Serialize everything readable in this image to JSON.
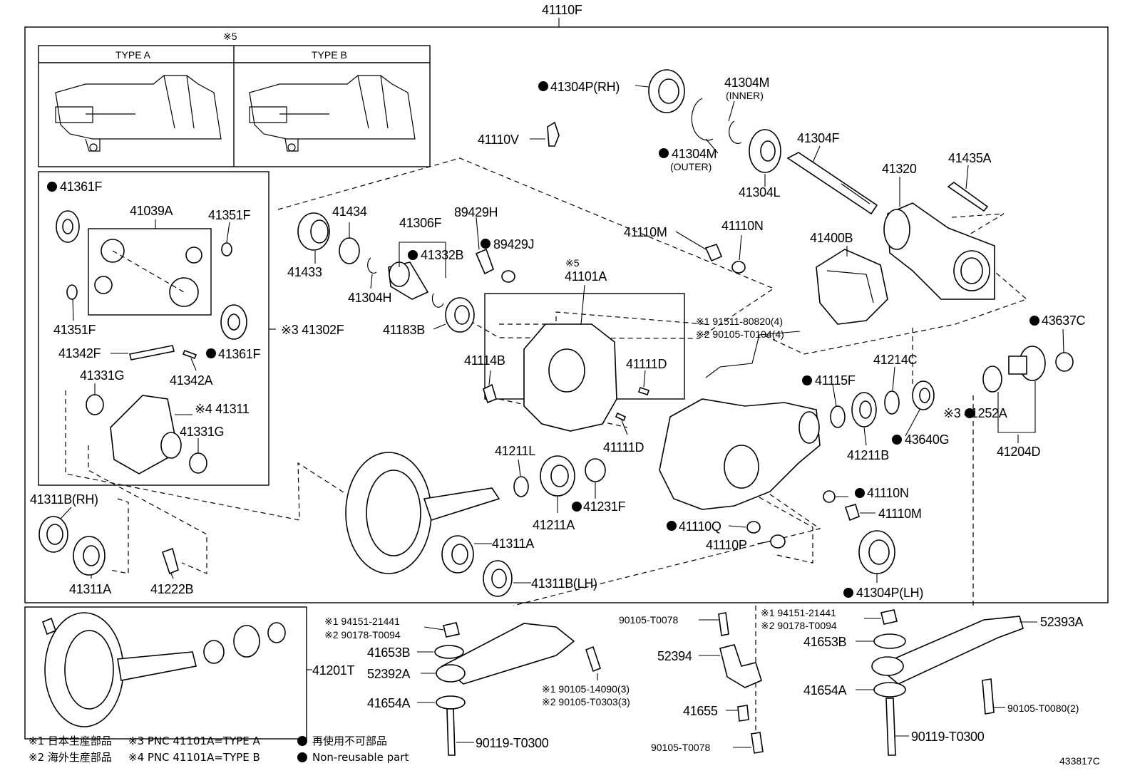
{
  "title": "41110F",
  "figure_code": "433817C",
  "inset": {
    "mark": "※5",
    "type_a": "TYPE A",
    "type_b": "TYPE B"
  },
  "labels": {
    "p41304P_RH": "41304P(RH)",
    "p41304M": "41304M",
    "p41304M_inner": "(INNER)",
    "p41304M_outer_num": "41304M",
    "p41304M_outer": "(OUTER)",
    "p41304L": "41304L",
    "p41304F": "41304F",
    "p41320": "41320",
    "p41435A": "41435A",
    "p41110V": "41110V",
    "p41110M_top": "41110M",
    "p41110N_top": "41110N",
    "p41400B": "41400B",
    "p41361F_top": "41361F",
    "p41039A": "41039A",
    "p41351F_top": "41351F",
    "p41351F_bot": "41351F",
    "p41342F": "41342F",
    "p41342A": "41342A",
    "p41361F_bot": "41361F",
    "p41302F": "※3 41302F",
    "p41331G_top": "41331G",
    "p41311": "※4 41311",
    "p41331G_bot": "41331G",
    "p41433": "41433",
    "p41434": "41434",
    "p41306F": "41306F",
    "p89429H": "89429H",
    "p41332B": "41332B",
    "p89429J": "89429J",
    "p41304H": "41304H",
    "p41183B": "41183B",
    "p41101A_mark": "※5",
    "p41101A": "41101A",
    "p41114B": "41114B",
    "p41111D_top": "41111D",
    "p41111D_bot": "41111D",
    "bolt1": "※1 91511-80820(4)",
    "bolt2": "※2 90105-T0104(4)",
    "p43637C": "43637C",
    "p41214C": "41214C",
    "p41115F": "41115F",
    "p41211B": "41211B",
    "p43640G": "43640G",
    "p41252A": "※3 41252A",
    "p41204D": "41204D",
    "p41211L": "41211L",
    "p41211A": "41211A",
    "p41231F": "41231F",
    "p41110N_bot": "41110N",
    "p41110M_bot": "41110M",
    "p41110Q": "41110Q",
    "p41110P": "41110P",
    "p41304P_LH": "41304P(LH)",
    "p41311B_RH": "41311B(RH)",
    "p41311A_left": "41311A",
    "p41222B": "41222B",
    "p41311A_mid": "41311A",
    "p41311B_LH": "41311B(LH)",
    "p41201T": "41201T",
    "nut_l1": "※1 94151-21441",
    "nut_l2": "※2 90178-T0094",
    "p41653B_l": "41653B",
    "p52392A": "52392A",
    "p41654A_l": "41654A",
    "bolt_l1": "※1 90105-14090(3)",
    "bolt_l2": "※2 90105-T0303(3)",
    "p90119_l": "90119-T0300",
    "p90105_T0078_top": "90105-T0078",
    "p52394": "52394",
    "p41655": "41655",
    "p90105_T0078_bot": "90105-T0078",
    "nut_r1": "※1 94151-21441",
    "nut_r2": "※2 90178-T0094",
    "p41653B_r": "41653B",
    "p52393A": "52393A",
    "p41654A_r": "41654A",
    "p90105_T0080": "90105-T0080(2)",
    "p90119_r": "90119-T0300"
  },
  "legend": {
    "n1": "※1 日本生産部品",
    "n2": "※2 海外生産部品",
    "n3": "※3 PNC 41101A=TYPE A",
    "n4": "※4 PNC 41101A=TYPE B",
    "nr_jp": "再使用不可部品",
    "nr_en": "Non-reusable part"
  }
}
